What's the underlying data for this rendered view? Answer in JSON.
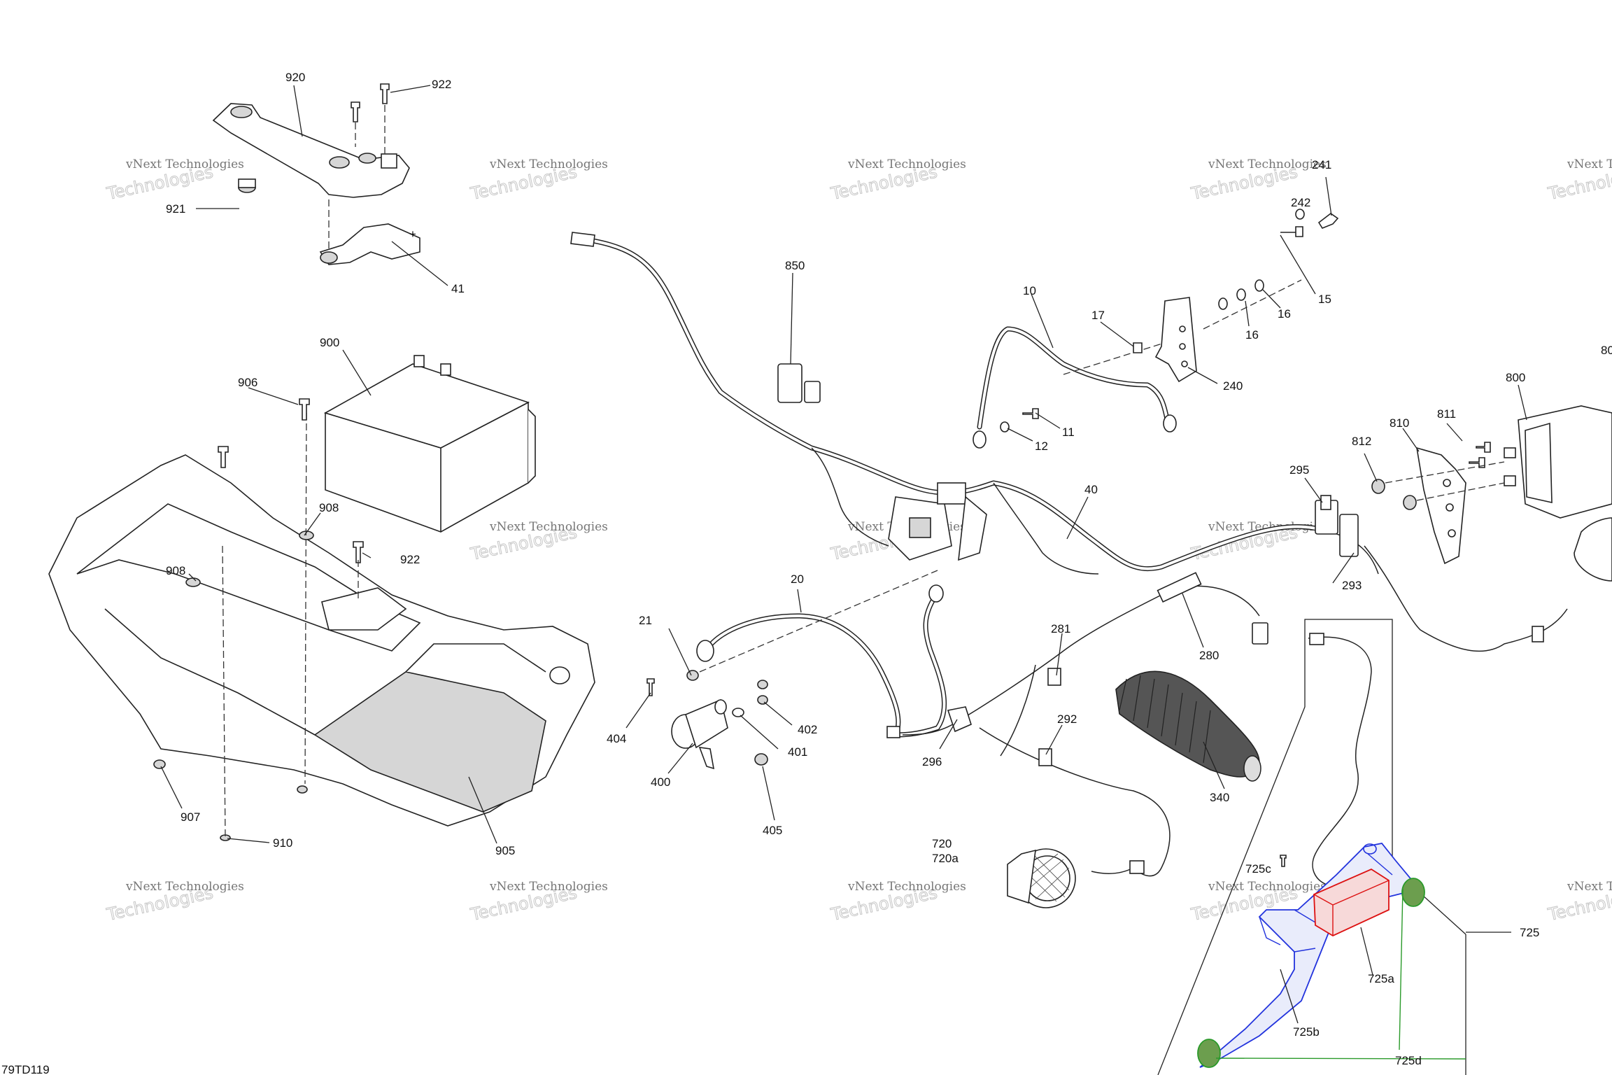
{
  "diagram_id": "79TD119",
  "watermark": {
    "line1": "vNext Technologies",
    "line2": "Technologies"
  },
  "callouts": {
    "c920": "920",
    "c922a": "922",
    "c921": "921",
    "c41": "41",
    "c900": "900",
    "c906": "906",
    "c908a": "908",
    "c908b": "908",
    "c922b": "922",
    "c907": "907",
    "c910": "910",
    "c905": "905",
    "c850": "850",
    "c10": "10",
    "c17": "17",
    "c242": "242",
    "c241": "241",
    "c15": "15",
    "c16a": "16",
    "c16b": "16",
    "c240": "240",
    "c11": "11",
    "c12": "12",
    "c40": "40",
    "c20": "20",
    "c21": "21",
    "c404": "404",
    "c402": "402",
    "c401": "401",
    "c400": "400",
    "c405": "405",
    "c281": "281",
    "c280": "280",
    "c292": "292",
    "c296": "296",
    "c340": "340",
    "c720": "720",
    "c720a": "720a",
    "c800": "800",
    "c80x": "80",
    "c810": "810",
    "c811": "811",
    "c812": "812",
    "c295": "295",
    "c293": "293",
    "c725": "725",
    "c725a": "725a",
    "c725b": "725b",
    "c725c": "725c",
    "c725d": "725d"
  },
  "highlight_colors": {
    "blue": "#2233dd",
    "red": "#dd1111",
    "green": "#2a9a2a"
  }
}
